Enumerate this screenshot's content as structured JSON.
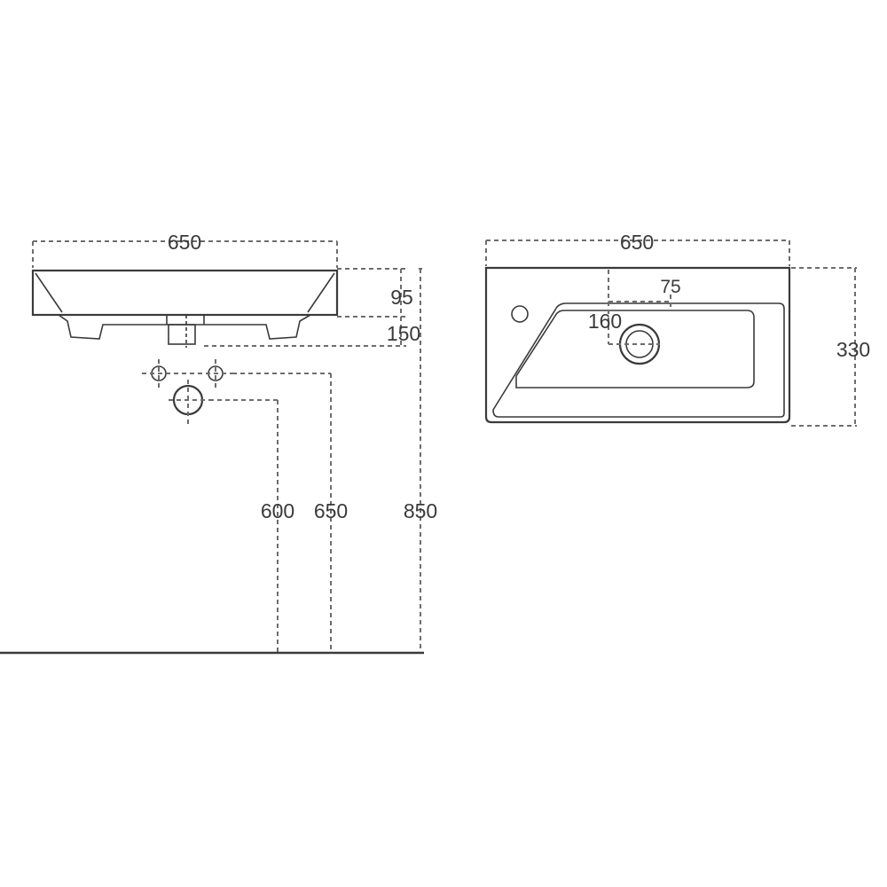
{
  "front_view": {
    "width_label": "650",
    "rim_height_label": "95",
    "total_depth_label": "150",
    "supply_height_label": "600",
    "drain_height_label": "650",
    "install_height_label": "850"
  },
  "top_view": {
    "width_label": "650",
    "depth_label": "330",
    "drain_offset_x_label": "75",
    "drain_offset_y_label": "160"
  },
  "colors": {
    "line": "#3a3a3a",
    "dimension": "#6d6d6d",
    "background": "#ffffff"
  }
}
